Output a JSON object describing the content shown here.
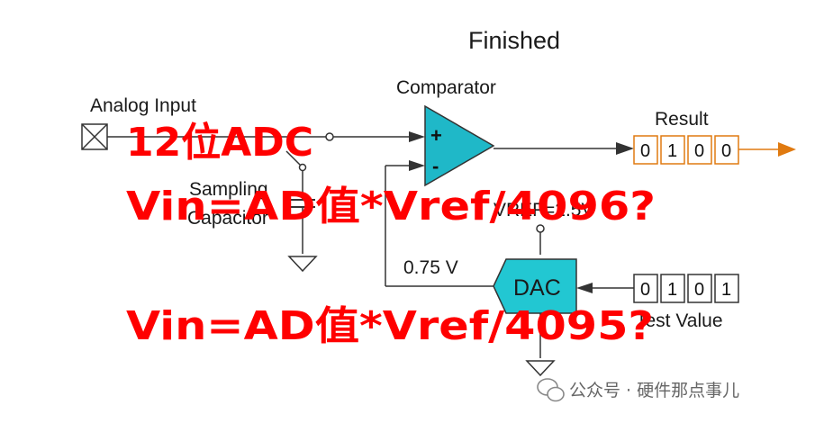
{
  "diagram": {
    "status_title": "Finished",
    "analog_input_label": "Analog Input",
    "comparator_label": "Comparator",
    "plus_sign": "+",
    "minus_sign": "-",
    "result_label": "Result",
    "result_bits": [
      "0",
      "1",
      "0",
      "0"
    ],
    "sampling_label_line1": "Sampling",
    "sampling_label_line2": "Capacitor",
    "vref_partial": "VREF=2.5V",
    "dac_voltage_label": "0.75 V",
    "dac_label": "DAC",
    "test_value_label": "Test Value",
    "test_value_bits": [
      "0",
      "1",
      "0",
      "1"
    ]
  },
  "overlay": {
    "line1": "12位ADC",
    "line2": "Vin=AD值*Vref/4096?",
    "line3": "Vin=AD值*Vref/4095?"
  },
  "watermark": {
    "text": "公众号 · 硬件那点事儿"
  },
  "colors": {
    "comparator_fill": "#1fb8c8",
    "dac_fill": "#22c7d2",
    "result_bits_border": "#e07a10",
    "output_arrow": "#e07a10",
    "overlay_text": "#ff0000"
  }
}
